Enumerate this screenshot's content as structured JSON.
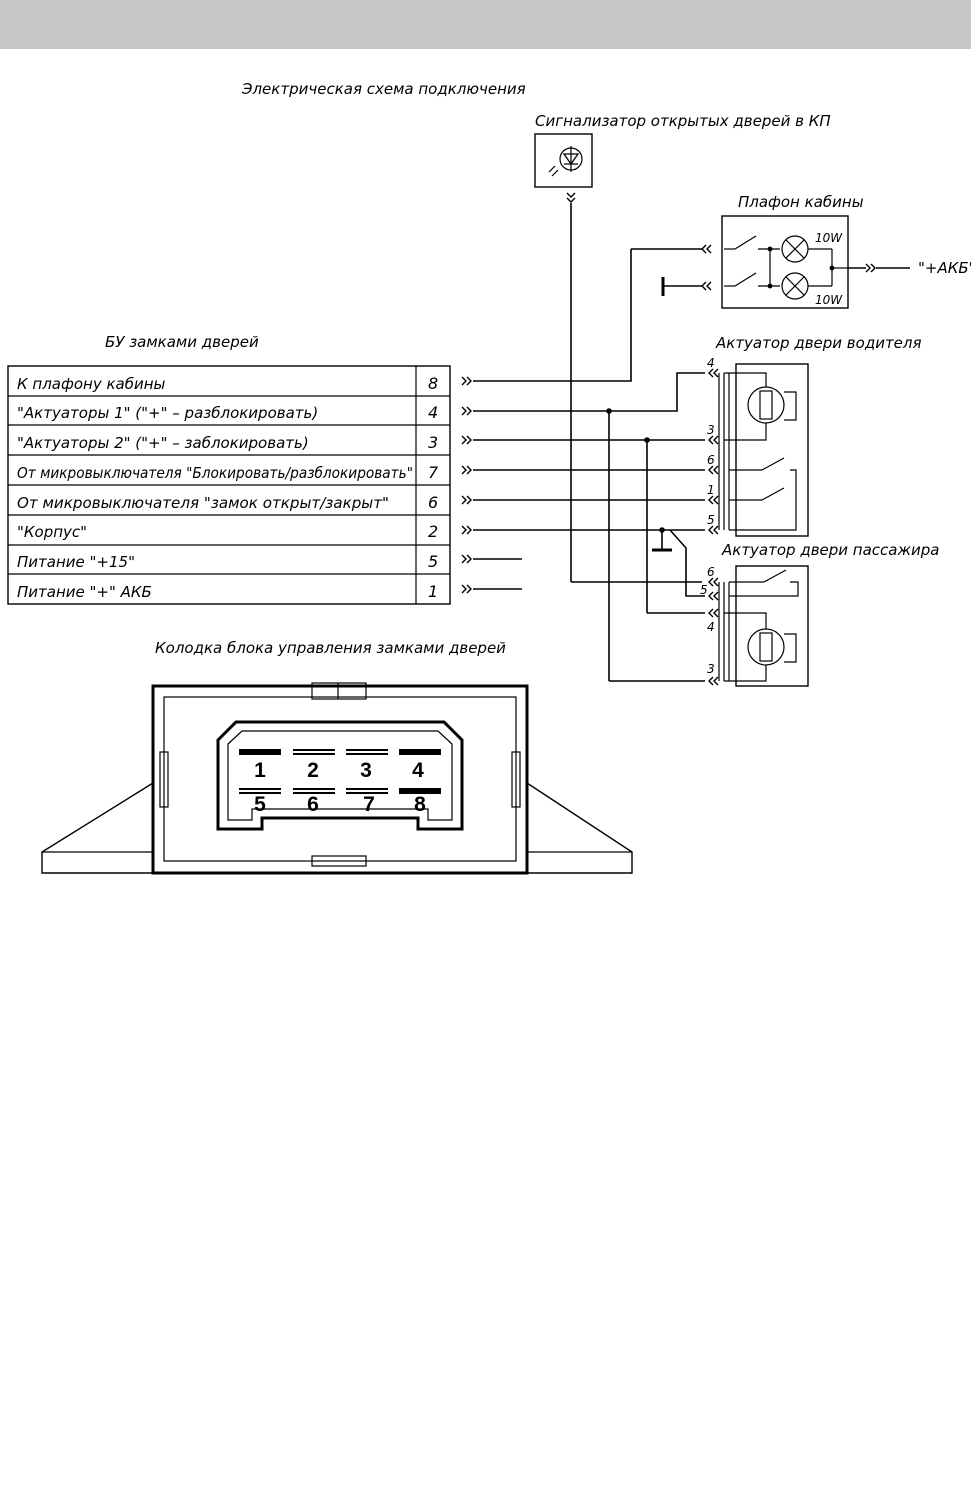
{
  "header": {
    "bar_color": "#c6c6c6"
  },
  "diagram": {
    "title": "Электрическая схема подключения",
    "door_signal_label": "Сигнализатор открытых дверей в КП",
    "cabin_lamp_label": "Плафон кабины",
    "lamp_power_top": "10W",
    "lamp_power_bottom": "10W",
    "battery_label": "\"+АКБ\"",
    "control_unit_label": "БУ замками дверей",
    "driver_actuator_label": "Актуатор двери водителя",
    "passenger_actuator_label": "Актуатор двери пассажира",
    "connector_title": "Колодка блока управления замками дверей"
  },
  "control_unit_rows": [
    {
      "desc": "К плафону кабины",
      "pin": "8"
    },
    {
      "desc": "\"Актуаторы 1\" (\"+\" – разблокировать)",
      "pin": "4"
    },
    {
      "desc": "\"Актуаторы 2\" (\"+\" – заблокировать)",
      "pin": "3"
    },
    {
      "desc": "От микровыключателя \"Блокировать/разблокировать\"",
      "pin": "7"
    },
    {
      "desc": "От микровыключателя \"замок открыт/закрыт\"",
      "pin": "6"
    },
    {
      "desc": "\"Корпус\"",
      "pin": "2"
    },
    {
      "desc": "Питание \"+15\"",
      "pin": "5"
    },
    {
      "desc": "Питание \"+\" АКБ",
      "pin": "1"
    }
  ],
  "driver_pins": [
    "4",
    "3",
    "6",
    "1",
    "5"
  ],
  "passenger_pins": [
    "6",
    "5",
    "4",
    "3"
  ],
  "connector_pins_top": [
    "1",
    "2",
    "3",
    "4"
  ],
  "connector_pins_bottom": [
    "5",
    "6",
    "7",
    "8"
  ]
}
